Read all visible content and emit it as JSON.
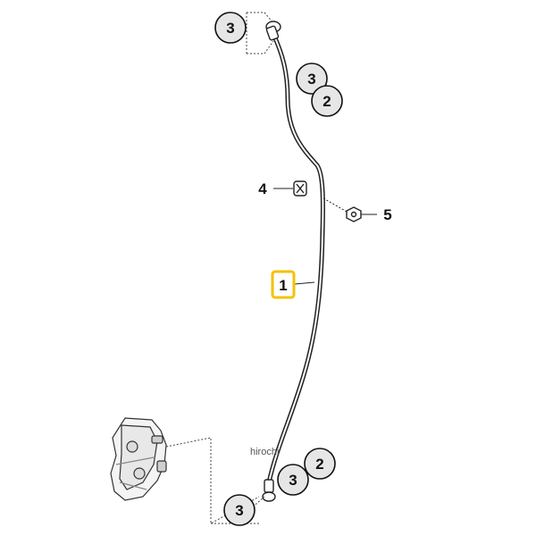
{
  "diagram": {
    "callouts": {
      "top_left": "3",
      "top_right_upper": "3",
      "top_right_lower": "2",
      "bottom_right_upper": "2",
      "bottom_right_lower": "3",
      "bottom_left": "3"
    },
    "labels": {
      "bolt": "4",
      "nut": "5",
      "brake_line": "1"
    },
    "highlight_color": "#f2c200",
    "watermark": "hirochi"
  }
}
